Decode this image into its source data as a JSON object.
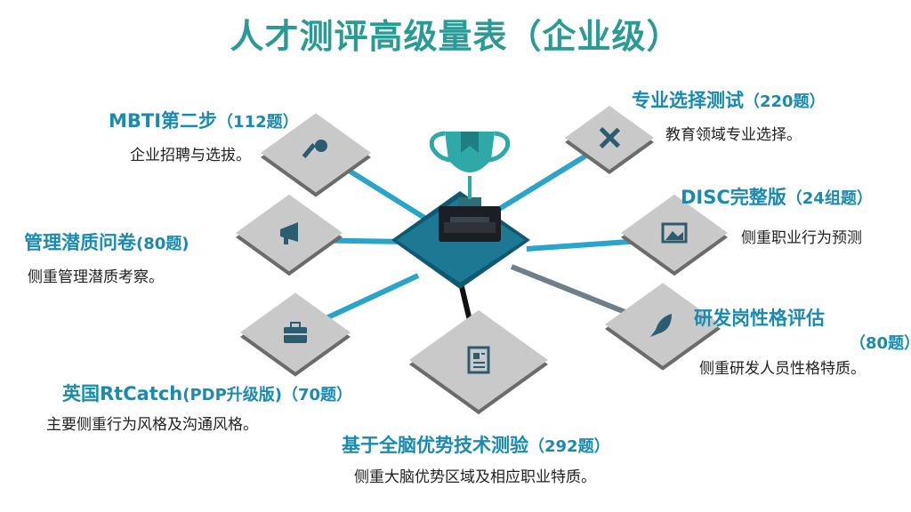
{
  "title": "人才测评高级量表（企业级）",
  "colors": {
    "title": "#2a9a94",
    "heading": "#1a8ab0",
    "connector_blue": "#2aa4c8",
    "connector_gray": "#6f7e8c",
    "connector_black": "#111111",
    "tile": "#c9c9c9",
    "icon": "#2b5c70",
    "hub": "#1c6e8a",
    "trophy": "#2fa8a8"
  },
  "center": {
    "icon": "trophy-icon"
  },
  "items": [
    {
      "id": "mbti",
      "heading": "MBTI第二步",
      "count": "（112题）",
      "desc": "企业招聘与选拔。",
      "icon": "key-icon"
    },
    {
      "id": "mgmt",
      "heading": "管理潜质问卷",
      "count": "(80题)",
      "desc": "侧重管理潜质考察。",
      "icon": "megaphone-icon"
    },
    {
      "id": "rtcatch",
      "heading": "英国RtCatch",
      "count": "(PDP升级版)（70题）",
      "desc": "主要侧重行为风格及沟通风格。",
      "icon": "briefcase-icon"
    },
    {
      "id": "brain",
      "heading": "基于全脑优势技术测验",
      "count": "（292题）",
      "desc": "侧重大脑优势区域及相应职业特质。",
      "icon": "document-icon"
    },
    {
      "id": "major",
      "heading": "专业选择测试",
      "count": "（220题）",
      "desc": "教育领域专业选择。",
      "icon": "tools-icon"
    },
    {
      "id": "disc",
      "heading": "DISC完整版",
      "count": "（24组题）",
      "desc": "侧重职业行为预测",
      "icon": "picture-icon"
    },
    {
      "id": "rd",
      "heading": "研发岗性格评估",
      "count": "（80题）",
      "desc": "侧重研发人员性格特质。",
      "icon": "rocket-icon"
    }
  ]
}
